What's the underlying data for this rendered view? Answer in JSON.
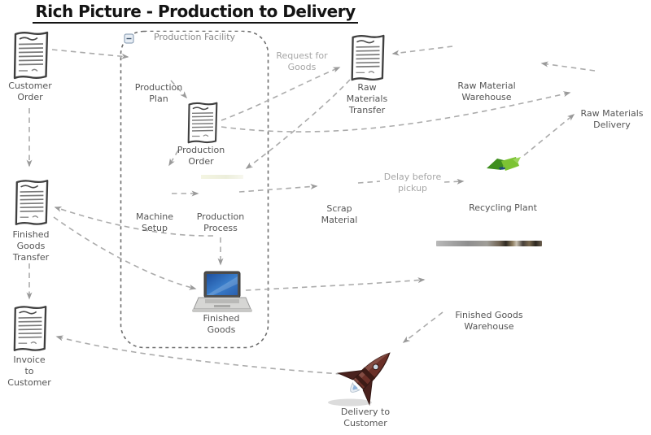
{
  "title": "Rich Picture - Production to Delivery",
  "facility": {
    "label": "Production Facility",
    "collapse_icon": "minus"
  },
  "labels": {
    "customer_order": "Customer\nOrder",
    "production_plan": "Production\nPlan",
    "production_order": "Production\nOrder",
    "request_for_goods": "Request for\nGoods",
    "raw_materials_transfer": "Raw\nMaterials\nTransfer",
    "raw_material_warehouse": "Raw Material\nWarehouse",
    "raw_materials_delivery": "Raw Materials\nDelivery",
    "delay_before_pickup": "Delay before\npickup",
    "machine_setup": "Machine\nSetup",
    "production_process": "Production\nProcess",
    "scrap_material": "Scrap\nMaterial",
    "recycling_plant": "Recycling Plant",
    "finished_goods_transfer": "Finished\nGoods\nTransfer",
    "finished_goods": "Finished\nGoods",
    "finished_goods_warehouse": "Finished Goods\nWarehouse",
    "invoice_to_customer": "Invoice\nto\nCustomer",
    "delivery_to_customer": "Delivery to\nCustomer"
  },
  "icons": {
    "document": "document-icon",
    "laptop": "laptop-icon",
    "rocket": "rocket-icon",
    "recycle": "recycle-icon",
    "collapse": "collapse-icon",
    "warehouse_photo": "warehouse-photo-strip"
  },
  "colors": {
    "connector": "#ababab",
    "facility_border": "#6e6e6e",
    "label_dark": "#555555",
    "label_light": "#a6a6a6",
    "recycle_green_dark": "#3f8f1f",
    "recycle_green_light": "#7cc334",
    "laptop_screen_blue": "#2f6bbf",
    "rocket_maroon": "#5d2b26"
  }
}
